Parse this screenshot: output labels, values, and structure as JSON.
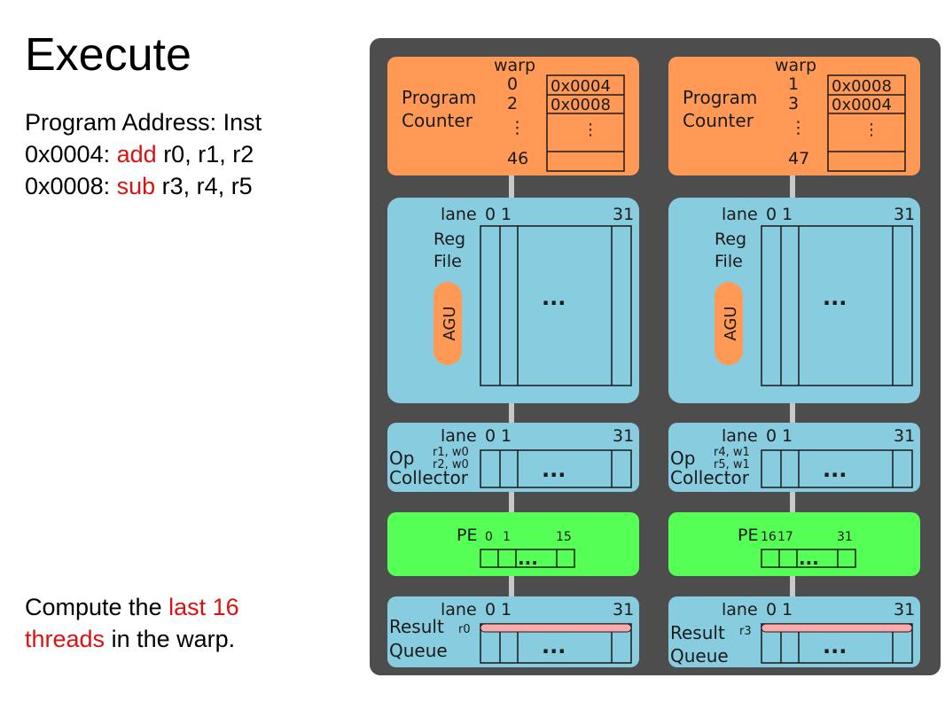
{
  "title": "Execute",
  "program": {
    "header": "Program Address: Inst",
    "lines": [
      {
        "addr": "0x0004:",
        "op": "add",
        "args": "r0, r1, r2"
      },
      {
        "addr": "0x0008:",
        "op": "sub",
        "args": "r3, r4, r5"
      }
    ]
  },
  "note": {
    "pre": "Compute the ",
    "highlight_1": "last 16",
    "highlight_2": "threads",
    "post": " in the warp."
  },
  "colors": {
    "background": "#4d4d4d",
    "program_counter": "#ff9955",
    "register_file": "#87cddf",
    "pe": "#55ff55",
    "agu": "#ff9955",
    "result_bar": "#ffaaaa",
    "highlight_text": "#dd1111"
  },
  "diagram": {
    "pc_title": [
      "Program",
      "Counter"
    ],
    "warp_label": "warp",
    "lane_label": "lane",
    "reg_file": [
      "Reg",
      "File"
    ],
    "agu": "AGU",
    "op_collector": [
      "Op",
      "Collector"
    ],
    "pe_label": "PE",
    "result_queue": [
      "Result",
      "Queue"
    ],
    "ellipsis": "...",
    "vdots": "⋮",
    "lane_first": "0",
    "lane_second": "1",
    "lane_last": "31",
    "columns": [
      {
        "warps": [
          "0",
          "2",
          "46"
        ],
        "pcs": [
          "0x0004",
          "0x0008"
        ],
        "op_regs": [
          "r1, w0",
          "r2, w0"
        ],
        "pe_lanes": [
          "0",
          "1",
          "15"
        ],
        "result_reg": "r0"
      },
      {
        "warps": [
          "1",
          "3",
          "47"
        ],
        "pcs": [
          "0x0008",
          "0x0004"
        ],
        "op_regs": [
          "r4, w1",
          "r5, w1"
        ],
        "pe_lanes": [
          "16",
          "17",
          "31"
        ],
        "result_reg": "r3"
      }
    ]
  }
}
